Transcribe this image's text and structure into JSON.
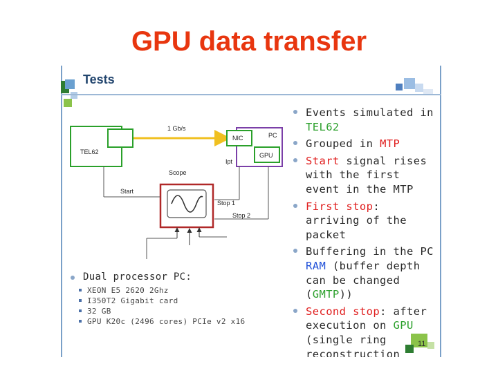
{
  "slide": {
    "title": "GPU data transfer",
    "page_number": "11"
  },
  "embedded": {
    "header": "Tests",
    "diagram": {
      "link_label": "1 Gb/s",
      "tel62_label": "TEL62",
      "nic_label": "NIC",
      "pc_label": "PC",
      "gpu_label": "GPU",
      "ipt_label": "Ipt",
      "scope_label": "Scope",
      "start_label": "Start",
      "stop1_label": "Stop 1",
      "stop2_label": "Stop 2"
    },
    "bullets": [
      {
        "parts": [
          {
            "t": "Events simulated in ",
            "c": ""
          },
          {
            "t": "TEL62",
            "c": "green"
          }
        ]
      },
      {
        "parts": [
          {
            "t": "Grouped in ",
            "c": ""
          },
          {
            "t": "MTP",
            "c": "red"
          }
        ]
      },
      {
        "parts": [
          {
            "t": "Start",
            "c": "red"
          },
          {
            "t": " signal rises with the first event in the MTP",
            "c": ""
          }
        ]
      },
      {
        "parts": [
          {
            "t": "First stop",
            "c": "red"
          },
          {
            "t": ": arriving of the packet",
            "c": ""
          }
        ]
      },
      {
        "parts": [
          {
            "t": "Buffering in the PC ",
            "c": ""
          },
          {
            "t": "RAM",
            "c": "blue"
          },
          {
            "t": " (buffer depth can be changed (",
            "c": ""
          },
          {
            "t": "GMTP",
            "c": "green"
          },
          {
            "t": "))",
            "c": ""
          }
        ]
      },
      {
        "parts": [
          {
            "t": "Second stop",
            "c": "red"
          },
          {
            "t": ": after execution on ",
            "c": ""
          },
          {
            "t": "GPU",
            "c": "green"
          },
          {
            "t": " (single ring reconstruction",
            "c": ""
          }
        ]
      }
    ],
    "dual": {
      "title": "Dual processor PC:",
      "items": [
        "XEON E5 2620 2Ghz",
        "I350T2 Gigabit card",
        "32 GB",
        "GPU K20c (2496 cores) PCIe v2 x16"
      ]
    }
  },
  "colors": {
    "title": "#e8360f",
    "tel62_box": "#2aa02a",
    "pc_box": "#7b3fa8",
    "scope_box": "#b02828",
    "link_arrow": "#f0c020",
    "accent_blue": "#22456e"
  }
}
